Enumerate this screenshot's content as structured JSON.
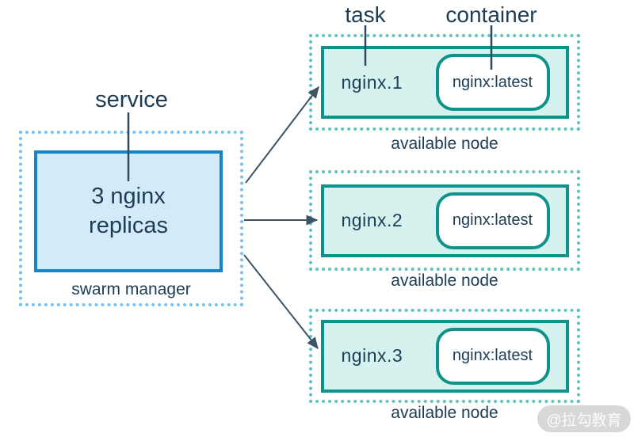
{
  "diagram": {
    "labels": {
      "service": "service",
      "task": "task",
      "container": "container"
    },
    "manager": {
      "box_line1": "3 nginx",
      "box_line2": "replicas",
      "caption": "swarm manager"
    },
    "nodes": [
      {
        "task_name": "nginx.1",
        "container_image": "nginx:latest",
        "caption": "available node"
      },
      {
        "task_name": "nginx.2",
        "container_image": "nginx:latest",
        "caption": "available node"
      },
      {
        "task_name": "nginx.3",
        "container_image": "nginx:latest",
        "caption": "available node"
      }
    ],
    "watermark": "@拉勾教育",
    "colors": {
      "manager_border": "#1486c8",
      "manager_fill": "#d3ebf9",
      "manager_dotted": "#7cc0e9",
      "node_border": "#0e938a",
      "node_fill": "#d6f2ef",
      "node_dotted": "#5ac4bd",
      "text": "#1d3c55",
      "arrow": "#3d5468"
    }
  }
}
